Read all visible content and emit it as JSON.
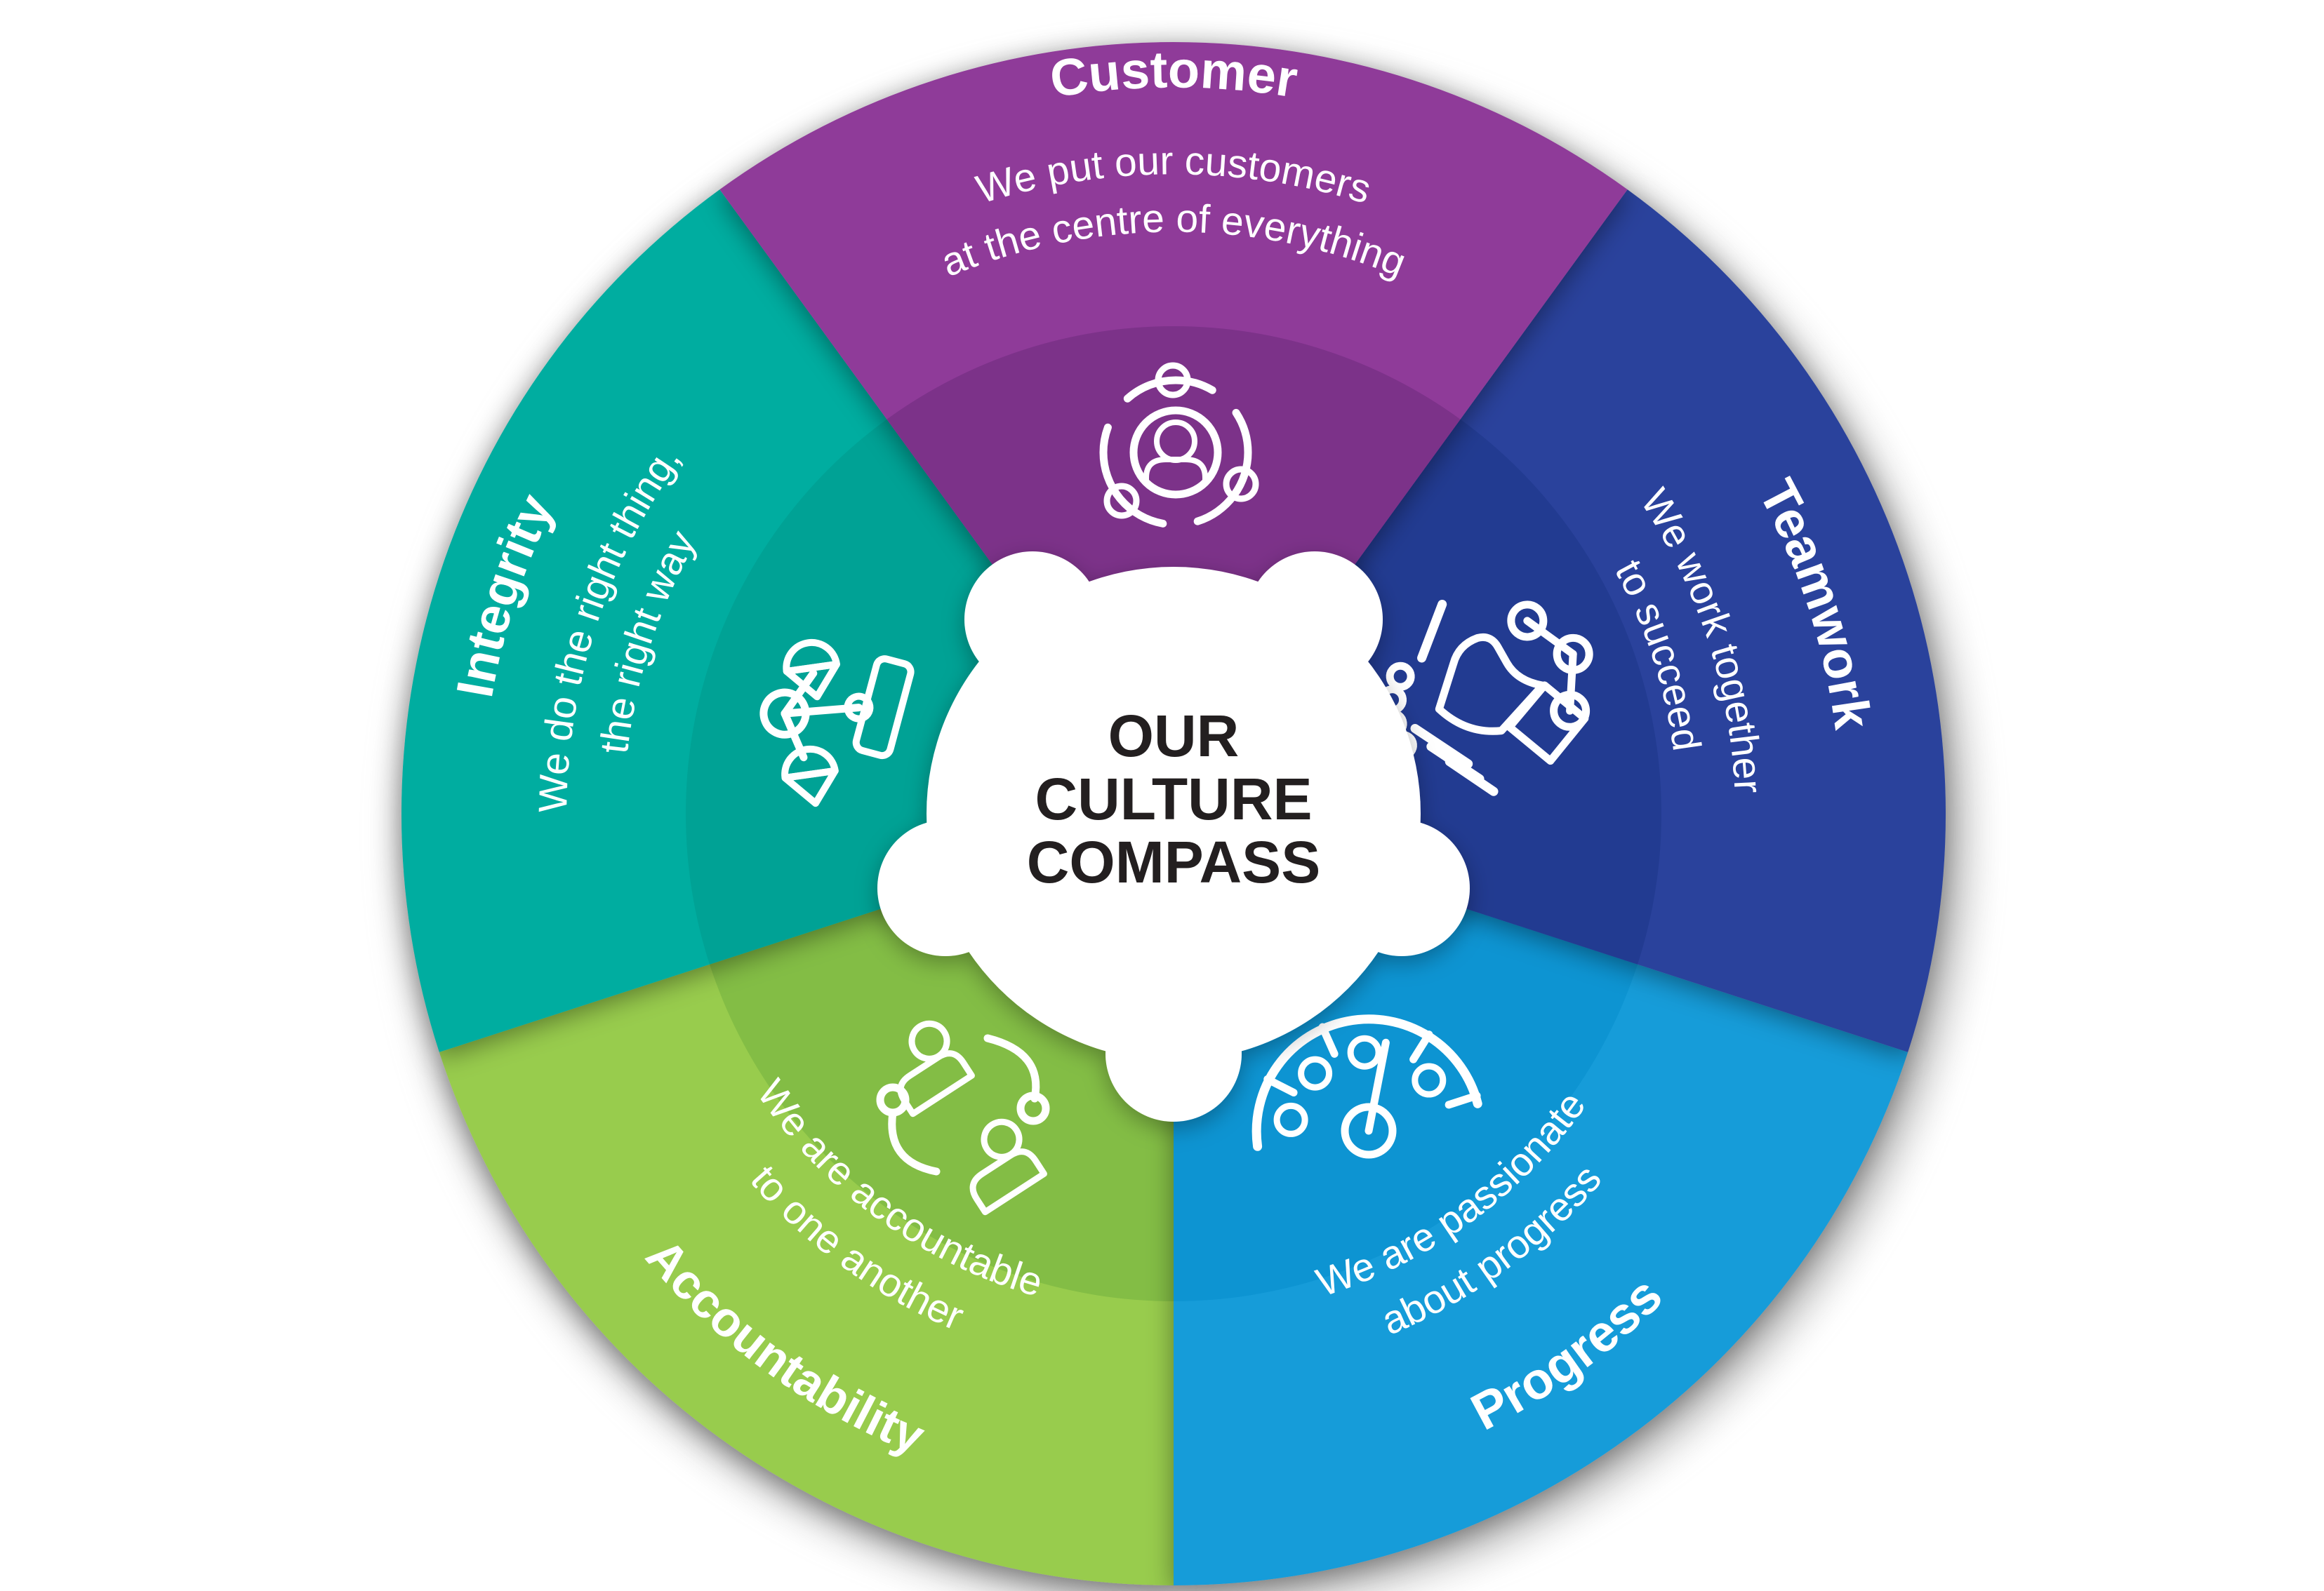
{
  "center": {
    "line1": "OUR",
    "line2": "CULTURE",
    "line3": "COMPASS",
    "text_color": "#231f20",
    "background": "#ffffff"
  },
  "sectors": [
    {
      "id": "customer",
      "title": "Customer",
      "desc1": "We put our customers",
      "desc2": "at the centre of everything",
      "color_outer": "#8f3a99",
      "color_inner": "#7c3289",
      "accent": "#a98cbe",
      "icon": "customer-orbit-icon"
    },
    {
      "id": "teamwork",
      "title": "Teamwork",
      "desc1": "We work together",
      "desc2": "to succeed",
      "color_outer": "#2a429c",
      "color_inner": "#243b91",
      "accent": "#8e92c8",
      "icon": "handshake-icon"
    },
    {
      "id": "progress",
      "title": "Progress",
      "desc1": "We are passionate",
      "desc2": "about progress",
      "color_outer": "#169cd9",
      "color_inner": "#0e94d2",
      "accent": "#8ac2ea",
      "icon": "speedometer-icon"
    },
    {
      "id": "accountability",
      "title": "Accountability",
      "desc1": "We are accountable",
      "desc2": "to one another",
      "color_outer": "#98cc4e",
      "color_inner": "#83bd44",
      "accent": "#b9dd8e",
      "accent2": "#cfe7ac",
      "icon": "people-exchange-icon"
    },
    {
      "id": "integrity",
      "title": "Integrity",
      "desc1": "We do the right thing,",
      "desc2": "the right way",
      "color_outer": "#06ada0",
      "color_inner": "#00a295",
      "accent": "#a5dbd2",
      "icon": "scales-icon"
    }
  ]
}
